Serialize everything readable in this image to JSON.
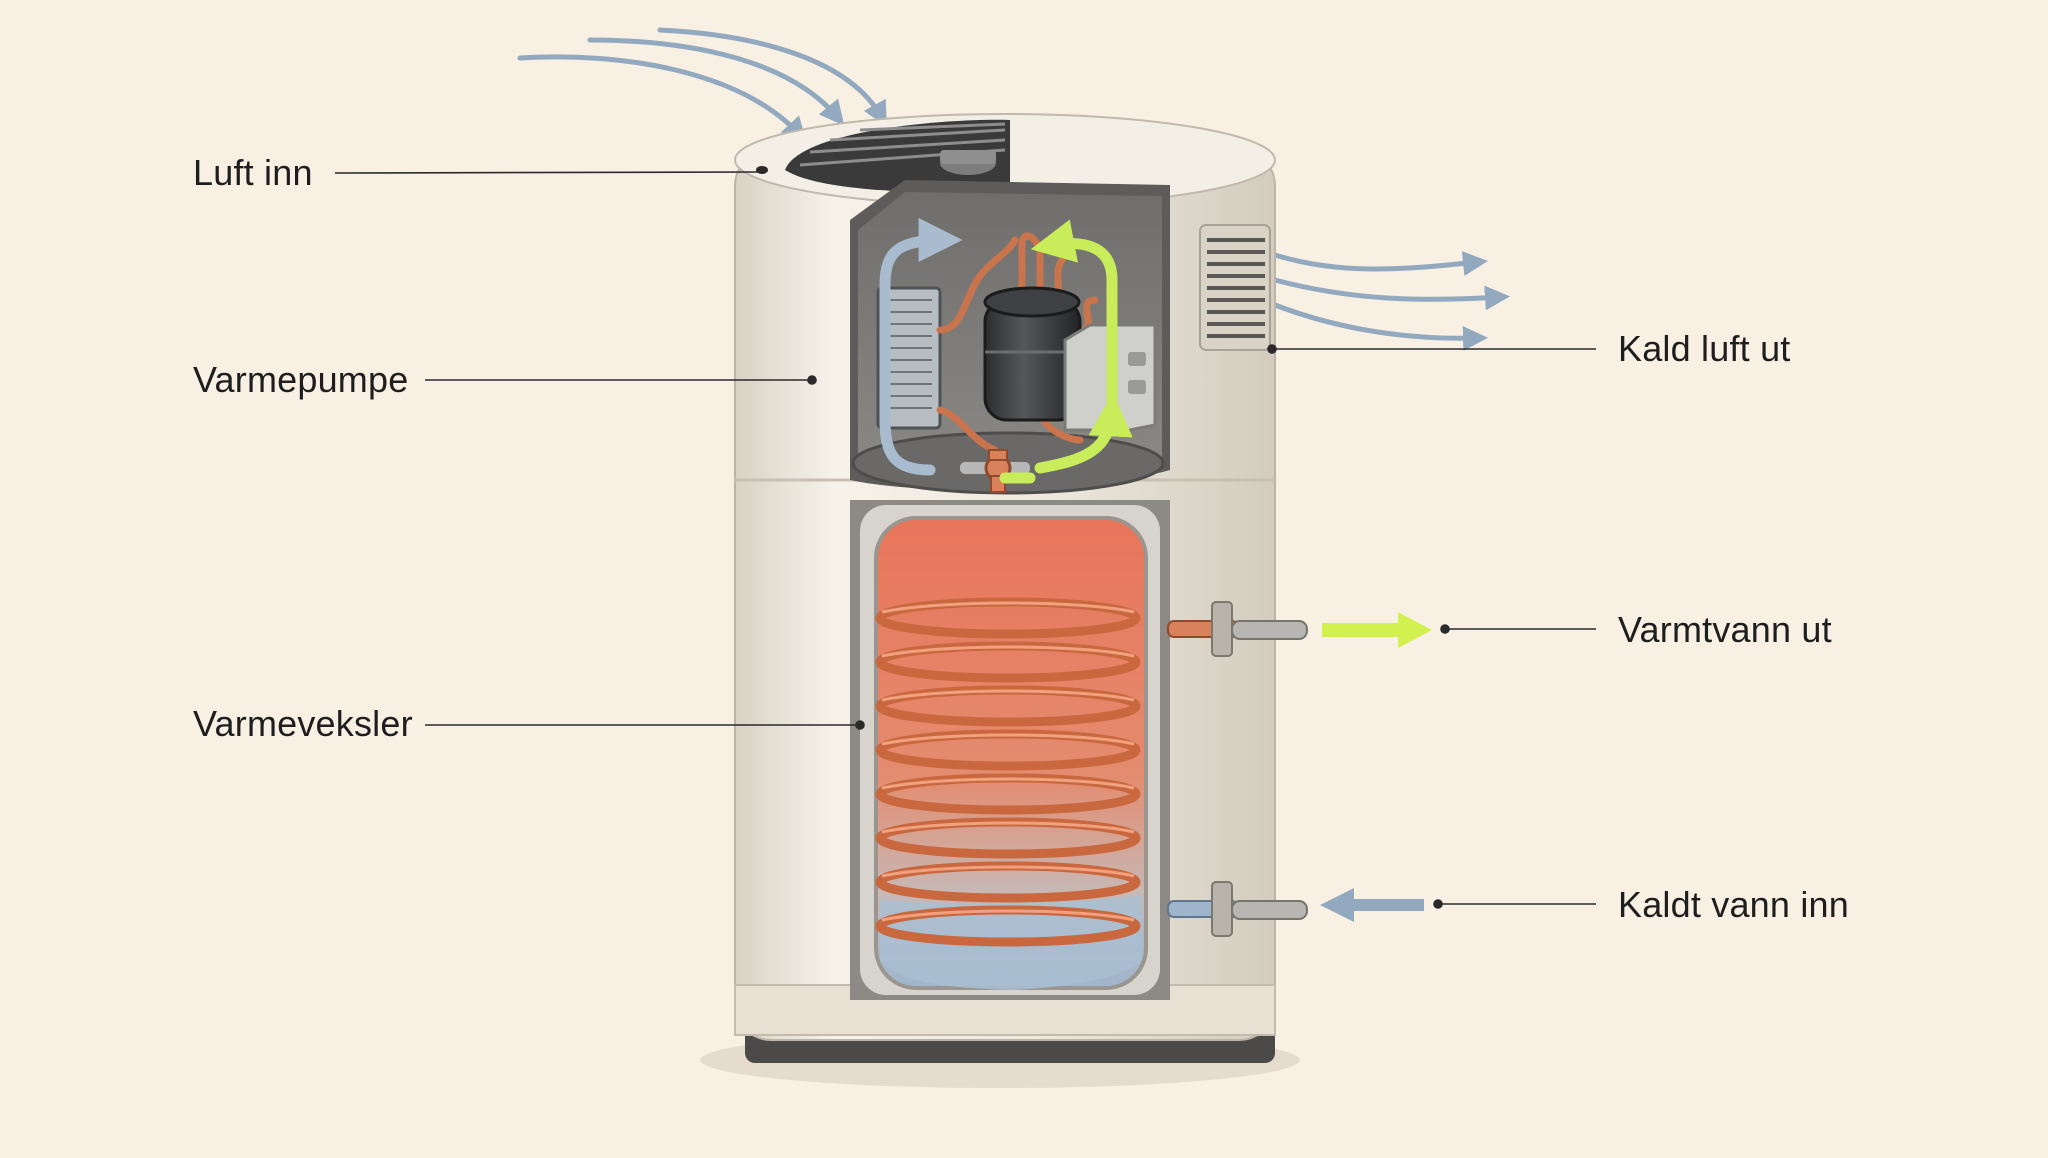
{
  "labels": {
    "luft_inn": "Luft inn",
    "varmepumpe": "Varmepumpe",
    "varmeveksler": "Varmeveksler",
    "kald_luft_ut": "Kald luft ut",
    "varmtvann_ut": "Varmtvann ut",
    "kaldt_vann_inn": "Kaldt vann inn"
  },
  "colors": {
    "background": "#f8f0e3",
    "casing": "#f1ebe0",
    "warm_water": "#e9765a",
    "cold_water": "#a9bed2",
    "copper": "#d9815a",
    "air_arrow": "#93a9c0",
    "refrigerant_hot": "#c8ec5a",
    "hot_water_arrow": "#d2f050",
    "cold_water_arrow": "#93a9c0"
  },
  "icons": [
    "fan-icon",
    "compressor-icon",
    "condenser-icon",
    "control-box-icon",
    "expansion-valve-icon",
    "coil-icon",
    "vent-grille-icon"
  ]
}
